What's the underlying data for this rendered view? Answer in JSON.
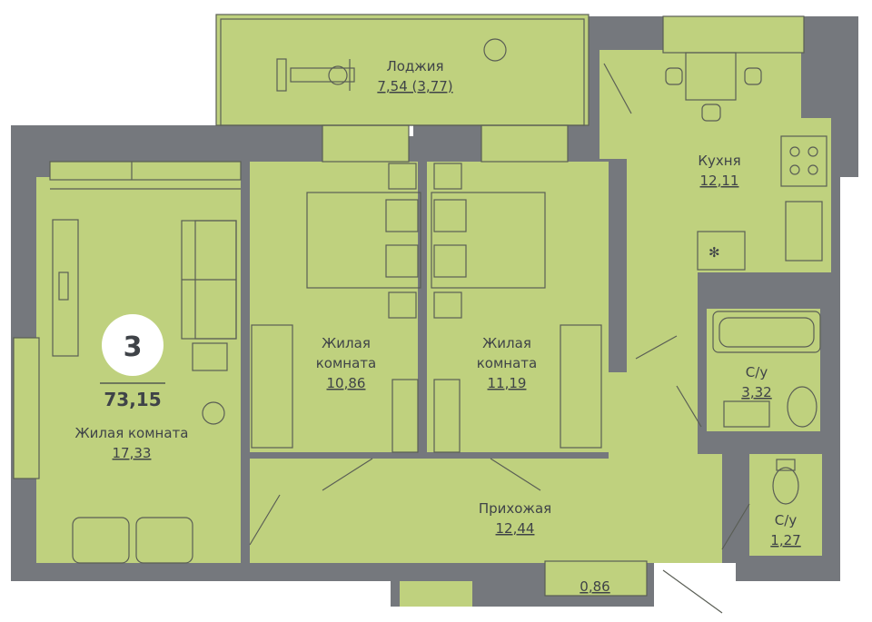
{
  "colors": {
    "floor": "#bfd17e",
    "wall": "#75787d",
    "line": "#5a5e55",
    "text": "#3f4348",
    "badge": "#ffffff"
  },
  "apartment": {
    "rooms_count": "3",
    "total_area": "73,15"
  },
  "rooms": {
    "loggia": {
      "label": "Лоджия",
      "area": "7,54 (3,77)"
    },
    "kitchen": {
      "label": "Кухня",
      "area": "12,11"
    },
    "living_big": {
      "label": "Жилая комната",
      "area": "17,33"
    },
    "bedroom_1": {
      "label_line1": "Жилая",
      "label_line2": "комната",
      "area": "10,86"
    },
    "bedroom_2": {
      "label_line1": "Жилая",
      "label_line2": "комната",
      "area": "11,19"
    },
    "hallway": {
      "label": "Прихожая",
      "area": "12,44"
    },
    "bath_1": {
      "label": "С/у",
      "area": "3,32"
    },
    "bath_2": {
      "label": "С/у",
      "area": "1,27"
    },
    "closet": {
      "area": "0,86"
    }
  }
}
